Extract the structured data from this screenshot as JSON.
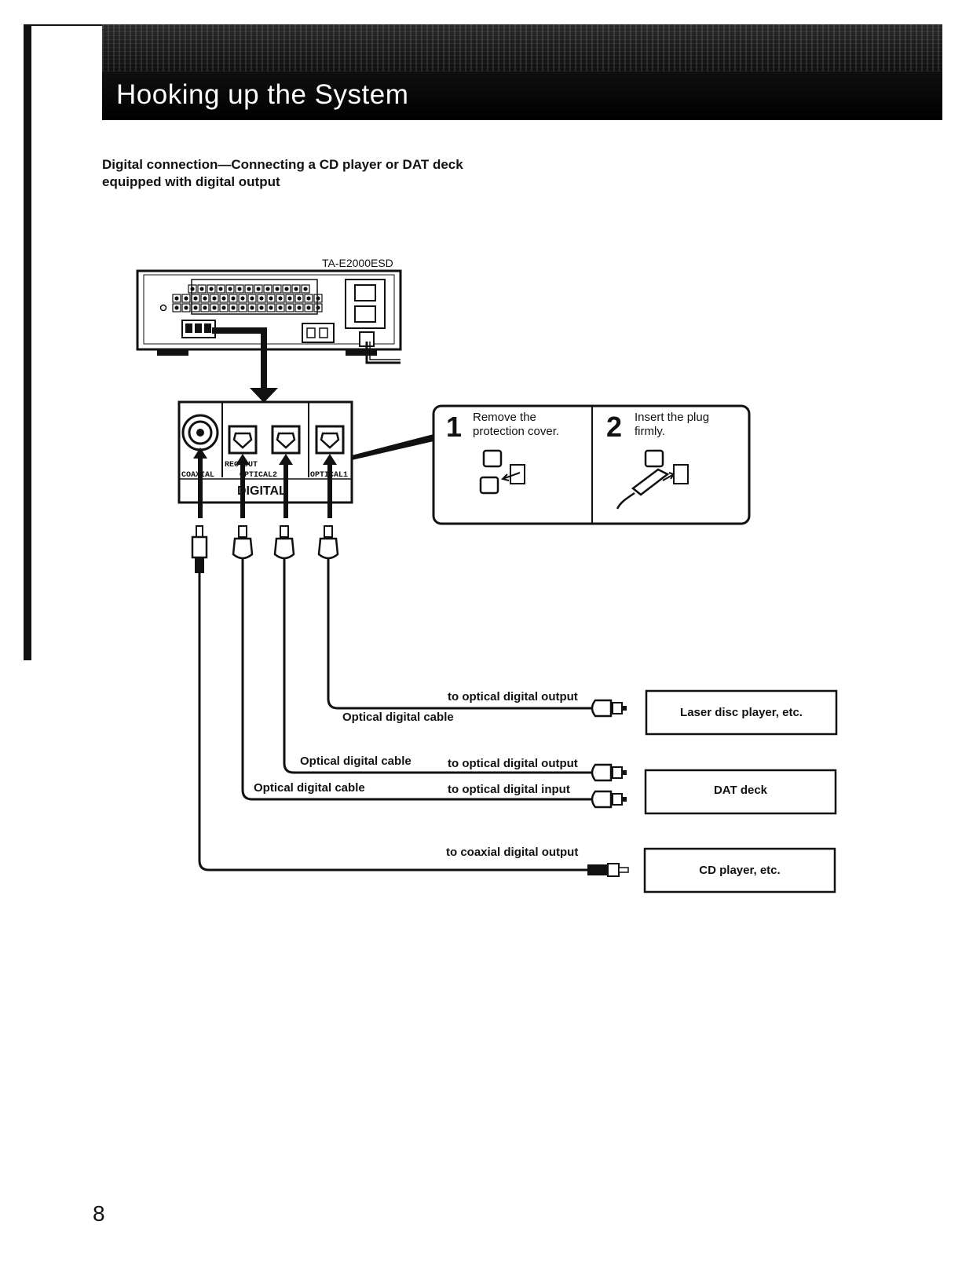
{
  "header": {
    "title": "Hooking up the System"
  },
  "subheading": {
    "line1": "Digital connection—Connecting a CD player or DAT deck",
    "line2": "equipped with digital output"
  },
  "diagram": {
    "model_label": "TA-E2000ESD",
    "panel_labels": {
      "coaxial": "COAXIAL",
      "rec_out": "REC OUT",
      "optical2": "OPTICAL2",
      "optical1": "OPTICAL1",
      "digital": "DIGITAL"
    },
    "steps": [
      {
        "number": "1",
        "line1": "Remove the",
        "line2": "protection cover."
      },
      {
        "number": "2",
        "line1": "Insert the plug",
        "line2": "firmly."
      }
    ],
    "cables": {
      "laser_output": "to optical digital output",
      "laser_cable": "Optical digital cable",
      "dat_cable_out": "Optical digital cable",
      "dat_output": "to optical digital output",
      "dat_cable_in": "Optical digital cable",
      "dat_input": "to optical digital input",
      "cd_output": "to coaxial digital output"
    },
    "devices": {
      "laser": "Laser disc player, etc.",
      "dat": "DAT deck",
      "cd": "CD player, etc."
    }
  },
  "page_number": "8"
}
